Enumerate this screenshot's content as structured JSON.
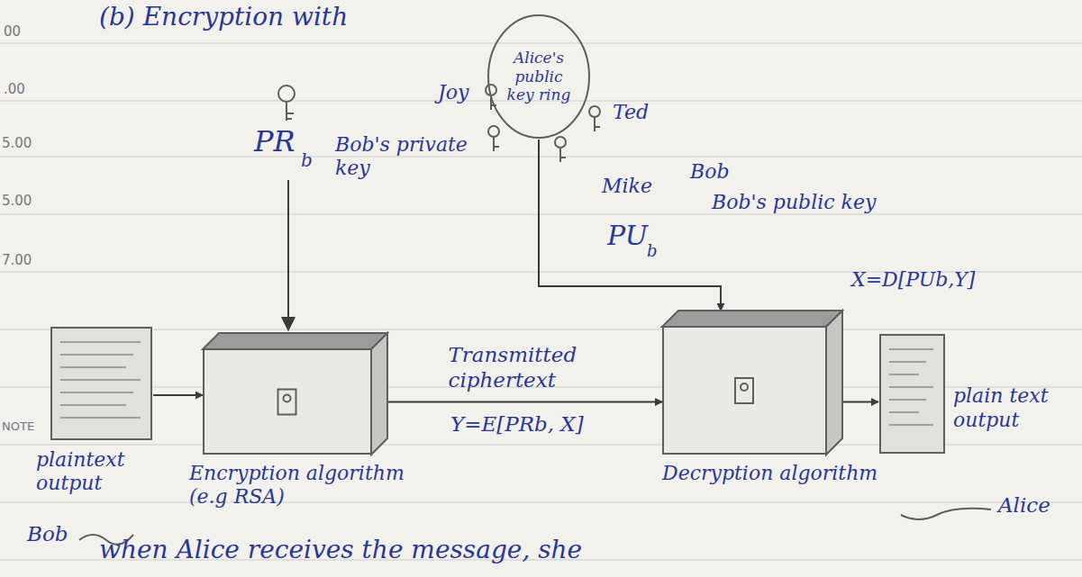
{
  "diagram": {
    "title": "(b) Encryption with",
    "nodes": [
      {
        "text": [
          "Alice's public key ring"
        ]
      },
      {
        "text": [
          "plaintext output"
        ]
      },
      {
        "text": [
          "Encryption algorithm (e.g RSA)"
        ]
      },
      {
        "text": [
          "Decryption algorithm"
        ]
      },
      {
        "text": [
          "plain text output"
        ]
      }
    ],
    "edges": [
      {
        "from": 1,
        "to": 2,
        "arrow": "to"
      },
      {
        "from": 2,
        "to": 3,
        "label": "Transmitted ciphertext",
        "arrow": "to"
      },
      {
        "from": 3,
        "to": 4,
        "arrow": "to"
      },
      {
        "from": 0,
        "to": 3,
        "arrow": "to"
      }
    ],
    "labels": [
      "00",
      ".00",
      "5.00",
      "5.00",
      "7.00",
      "NOTE",
      "PR",
      "b",
      "Bob's private key",
      "Joy",
      "Mike",
      "Bob",
      "Ted",
      "Bob's public key",
      "PU",
      "b",
      "Y=E[PRb, X]",
      "X=D[PUb,Y]",
      "Bob",
      "Alice",
      "when Alice receives the message, she"
    ]
  }
}
